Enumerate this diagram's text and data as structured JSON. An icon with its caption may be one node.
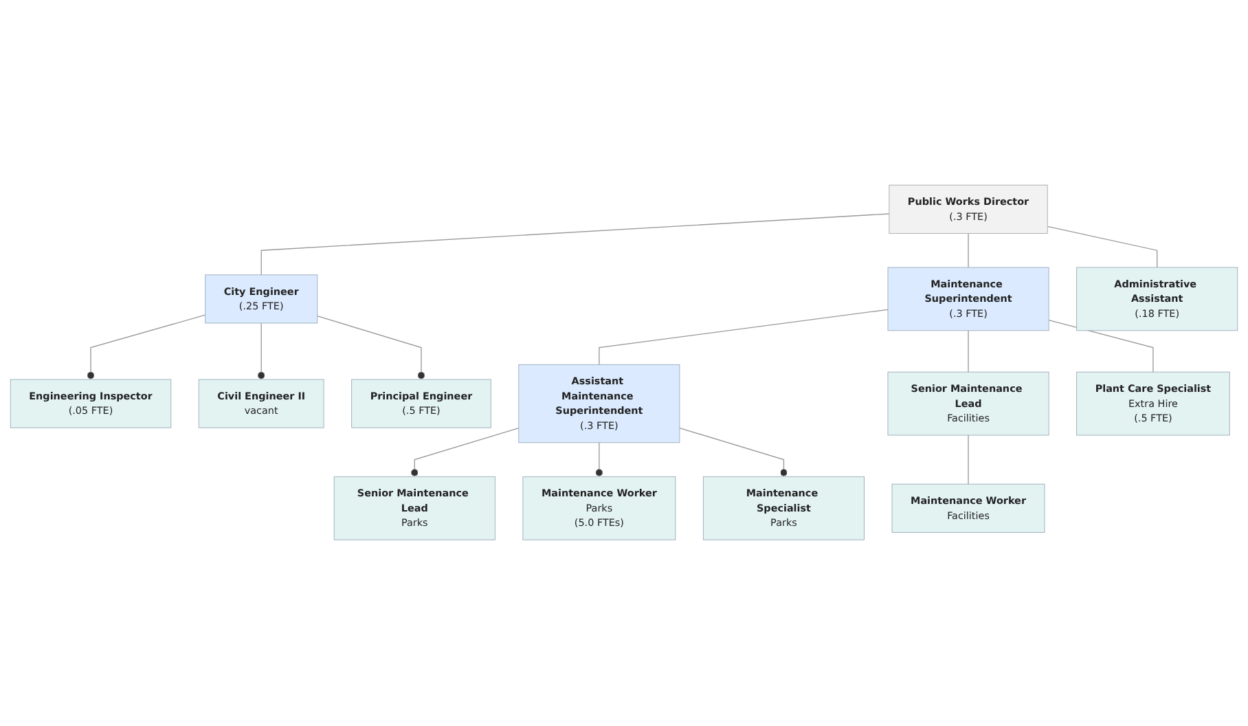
{
  "diagram": {
    "nodes": [
      {
        "text": [
          "Public Works Director",
          "(.3 FTE)"
        ]
      },
      {
        "text": [
          "City Engineer",
          "(.25 FTE)"
        ]
      },
      {
        "text": [
          "Maintenance Superintendent",
          "(.3 FTE)"
        ]
      },
      {
        "text": [
          "Administrative Assistant",
          "(.18 FTE)"
        ]
      },
      {
        "text": [
          "Engineering Inspector",
          "(.05 FTE)"
        ]
      },
      {
        "text": [
          "Civil Engineer II",
          "vacant"
        ]
      },
      {
        "text": [
          "Principal Engineer",
          "(.5 FTE)"
        ]
      },
      {
        "text": [
          "Assistant Maintenance Superintendent",
          "(.3 FTE)"
        ]
      },
      {
        "text": [
          "Senior Maintenance Lead",
          "Facilities"
        ]
      },
      {
        "text": [
          "Plant Care Specialist",
          "Extra Hire",
          "(.5 FTE)"
        ]
      },
      {
        "text": [
          "Maintenance Worker",
          "Facilities"
        ]
      },
      {
        "text": [
          "Senior Maintenance Lead",
          "Parks"
        ]
      },
      {
        "text": [
          "Maintenance Worker",
          "Parks",
          "(5.0 FTEs)"
        ]
      },
      {
        "text": [
          "Maintenance Specialist",
          "Parks"
        ]
      }
    ],
    "edges": [
      {
        "from": 0,
        "to": 1,
        "arrow": "none"
      },
      {
        "from": 0,
        "to": 2,
        "arrow": "none"
      },
      {
        "from": 0,
        "to": 3,
        "arrow": "none"
      },
      {
        "from": 1,
        "to": 4,
        "arrow": "other"
      },
      {
        "from": 1,
        "to": 5,
        "arrow": "other"
      },
      {
        "from": 1,
        "to": 6,
        "arrow": "other"
      },
      {
        "from": 2,
        "to": 7,
        "arrow": "none"
      },
      {
        "from": 2,
        "to": 8,
        "arrow": "none"
      },
      {
        "from": 2,
        "to": 9,
        "arrow": "none"
      },
      {
        "from": 8,
        "to": 10,
        "arrow": "none"
      },
      {
        "from": 7,
        "to": 11,
        "arrow": "other"
      },
      {
        "from": 7,
        "to": 12,
        "arrow": "other"
      },
      {
        "from": 7,
        "to": 13,
        "arrow": "other"
      }
    ]
  }
}
